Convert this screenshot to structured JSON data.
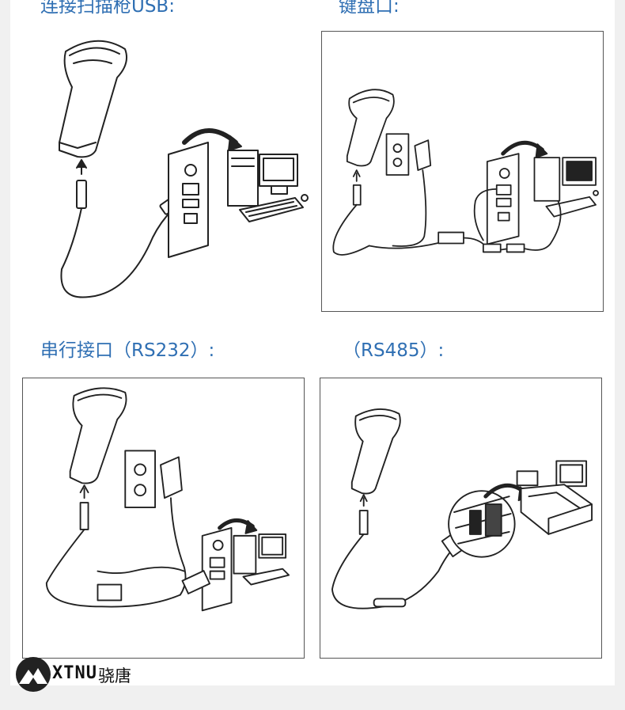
{
  "captions": {
    "usb": "连接扫描枪USB:",
    "keyboard": "键盘口:",
    "rs232": "串行接口（RS232）:",
    "rs485": "（RS485）:"
  },
  "brand": {
    "latin": "XTNU",
    "chinese": "骁唐"
  },
  "icons": [
    "scanner-icon",
    "computer-icon",
    "wall-outlet-icon",
    "power-adapter-icon",
    "pos-terminal-icon",
    "arrow-icon"
  ]
}
